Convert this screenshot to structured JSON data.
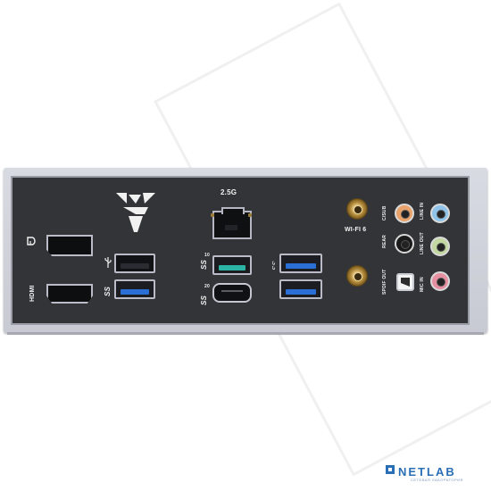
{
  "labels": {
    "lan_speed": "2.5G",
    "wifi": "WI-FI 6",
    "hdmi": "HDMI",
    "usb32_gen1_top": "SS",
    "usb20": "20",
    "usb10": "10",
    "usb_c_label": "SS",
    "audio_c_sub": "C/SUB",
    "audio_rear": "REAR",
    "audio_spdif": "SPDIF OUT",
    "audio_line_in": "LINE IN",
    "audio_line_out": "LINE OUT",
    "audio_mic_in": "MIC IN"
  },
  "brand": {
    "netlab": "NETLAB",
    "netlab_sub": "СЕТЕВАЯ ЛАБОРАТОРИЯ"
  },
  "colors": {
    "panel": "#333438",
    "frame": "#d9dbe3",
    "usb_blue": "#2a6fd6",
    "usb_teal": "#2bb3a3",
    "audio_orange": "#e9a36a",
    "audio_blue": "#8fc3ea",
    "audio_black": "#1a1a1a",
    "audio_green": "#c3d7a0",
    "audio_pink": "#e58fa0",
    "antenna_gold": "#b8903f",
    "netlab_blue": "#2a6fb5"
  },
  "icons": {
    "logo": "tuf-logo-icon",
    "displayport": "displayport-icon",
    "usb": "usb-trident-icon"
  }
}
